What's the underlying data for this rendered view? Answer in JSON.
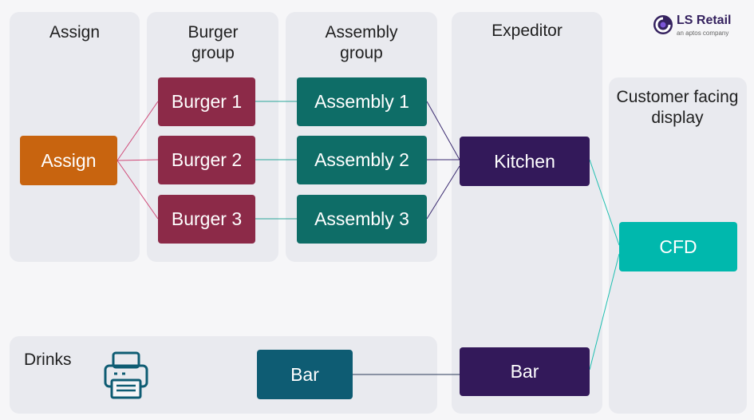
{
  "brand": {
    "name": "LS Retail",
    "tagline": "an aptos company",
    "colors": {
      "primary": "#35225f",
      "accent": "#7b55d6"
    }
  },
  "panels": {
    "assign": {
      "title": "Assign"
    },
    "burger_group": {
      "title": "Burger group"
    },
    "assembly_group": {
      "title": "Assembly group"
    },
    "expeditor": {
      "title": "Expeditor"
    },
    "customer_display": {
      "title": "Customer facing display"
    },
    "drinks": {
      "title": "Drinks",
      "icon": "printer-icon"
    }
  },
  "nodes": {
    "assign": "Assign",
    "burger1": "Burger 1",
    "burger2": "Burger 2",
    "burger3": "Burger 3",
    "assembly1": "Assembly 1",
    "assembly2": "Assembly 2",
    "assembly3": "Assembly 3",
    "kitchen": "Kitchen",
    "bar_expeditor": "Bar",
    "cfd": "CFD",
    "bar_station": "Bar"
  },
  "colors": {
    "assign": "#c8640f",
    "burger": "#8c2a48",
    "assembly": "#0e6d67",
    "expeditor": "#33195a",
    "cfd": "#00b8ad",
    "bar_station": "#0e5c73",
    "link_assign": "#d04a78",
    "link_assembly": "#2aa59a",
    "link_kitchen": "#3a2a70",
    "link_cfd": "#1fbfb0",
    "panel_bg": "#e9eaef"
  },
  "connections": [
    {
      "from": "assign",
      "to": "burger1"
    },
    {
      "from": "assign",
      "to": "burger2"
    },
    {
      "from": "assign",
      "to": "burger3"
    },
    {
      "from": "burger1",
      "to": "assembly1"
    },
    {
      "from": "burger2",
      "to": "assembly2"
    },
    {
      "from": "burger3",
      "to": "assembly3"
    },
    {
      "from": "assembly1",
      "to": "kitchen"
    },
    {
      "from": "assembly2",
      "to": "kitchen"
    },
    {
      "from": "assembly3",
      "to": "kitchen"
    },
    {
      "from": "kitchen",
      "to": "cfd"
    },
    {
      "from": "bar_expeditor",
      "to": "cfd"
    },
    {
      "from": "bar_station",
      "to": "bar_expeditor"
    }
  ]
}
